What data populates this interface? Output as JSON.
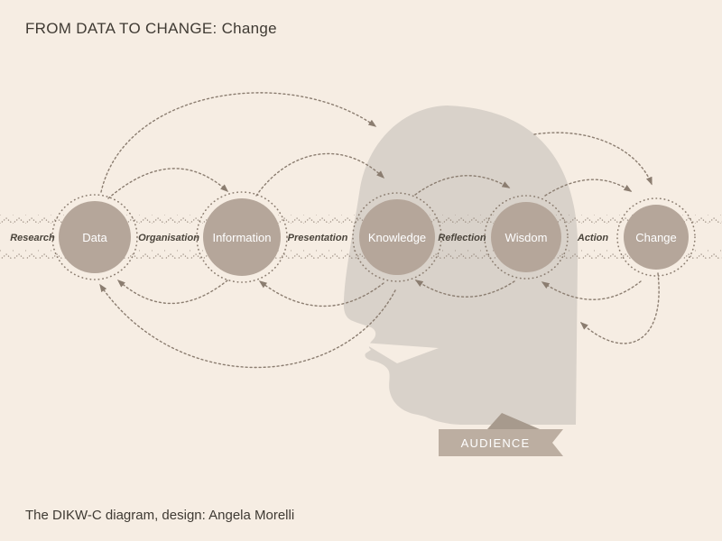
{
  "title": "FROM DATA TO CHANGE: Change",
  "footer": "The DIKW-C diagram, design: Angela Morelli",
  "banner": {
    "label": "AUDIENCE"
  },
  "diagram": {
    "nodes": [
      {
        "label": "Data"
      },
      {
        "label": "Information"
      },
      {
        "label": "Knowledge"
      },
      {
        "label": "Wisdom"
      },
      {
        "label": "Change"
      }
    ],
    "process_labels": [
      {
        "label": "Research"
      },
      {
        "label": "Organisation"
      },
      {
        "label": "Presentation"
      },
      {
        "label": "Reflection"
      },
      {
        "label": "Action"
      }
    ]
  },
  "colors": {
    "background": "#f6ede3",
    "circle": "#b5a69a",
    "head": "#d9d2ca",
    "arrow": "#8b7d70",
    "dark_text": "#3f3a33",
    "circle_text": "#ffffff"
  }
}
